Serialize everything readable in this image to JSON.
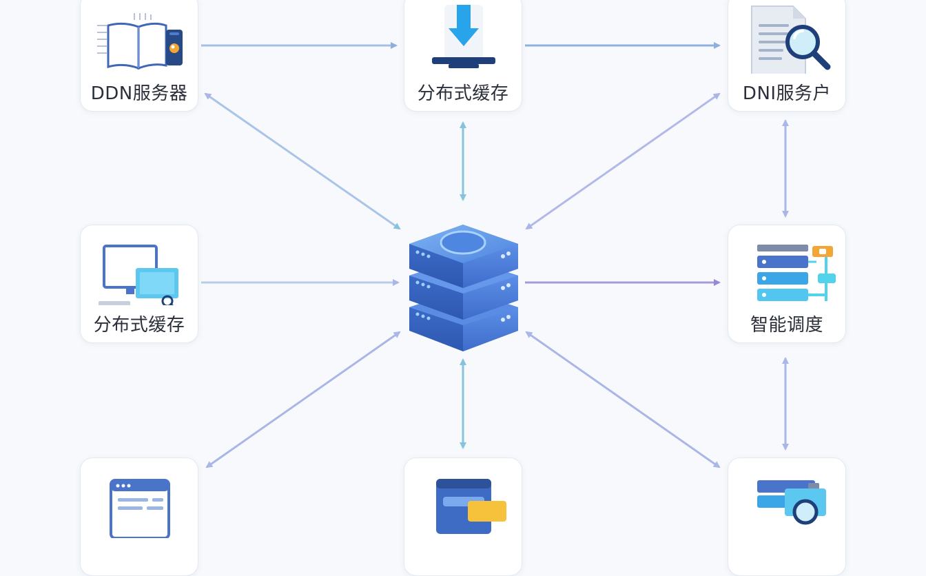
{
  "nodes": {
    "top_left": {
      "label": "DDN服务器",
      "icon": "book-id-card-icon"
    },
    "top_center": {
      "label": "分布式缓存",
      "icon": "download-monitor-icon"
    },
    "top_right": {
      "label": "DNI服务户",
      "icon": "document-magnifier-icon"
    },
    "mid_left": {
      "label": "分布式缓存",
      "icon": "computer-network-search-icon"
    },
    "mid_right": {
      "label": "智能调度",
      "icon": "server-rack-branch-icon"
    },
    "bot_left": {
      "label": "",
      "icon": "browser-window-icon"
    },
    "bot_center": {
      "label": "",
      "icon": "server-folder-icon"
    },
    "bot_right": {
      "label": "",
      "icon": "server-search-icon"
    }
  },
  "hub": {
    "icon": "database-server-stack-icon"
  },
  "colors": {
    "arrow_blue": "#8fb0de",
    "arrow_teal": "#86c4dd",
    "arrow_lavender": "#a9b6e6",
    "arrow_purple": "#9a88d6",
    "hub_blue": "#4f86e0",
    "card_border": "#e3e8f1"
  }
}
